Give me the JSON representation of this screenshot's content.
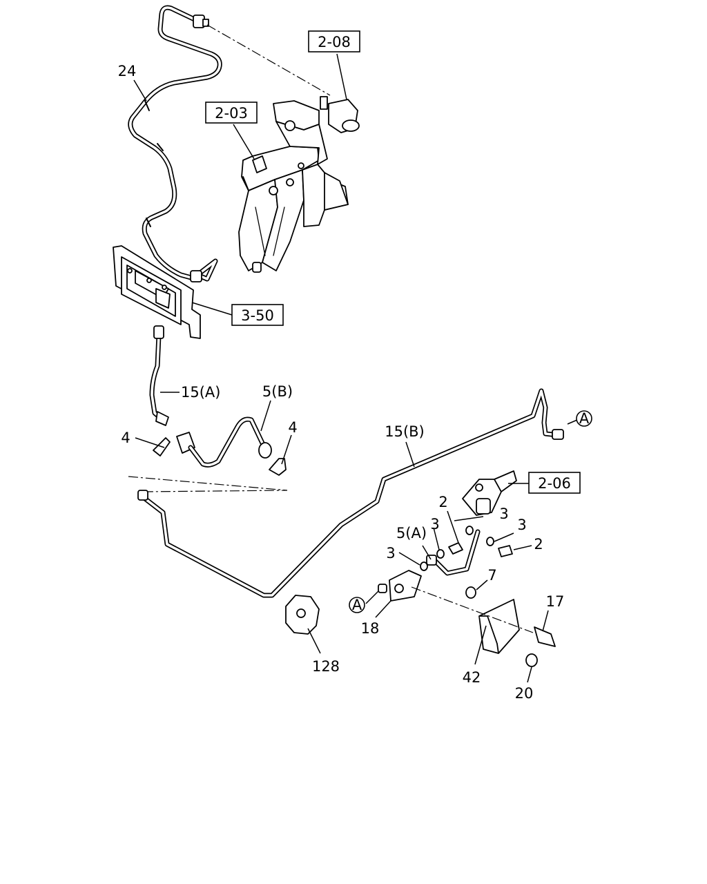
{
  "callouts": {
    "c24": "24",
    "c15a": "15(A)",
    "c5b": "5(B)",
    "c4a": "4",
    "c4b": "4",
    "c15b": "15(B)",
    "c2a": "2",
    "c3a": "3",
    "c3b": "3",
    "c3c": "3",
    "c2b": "2",
    "c5a": "5(A)",
    "c3d": "3",
    "c7": "7",
    "c17": "17",
    "c18": "18",
    "c128": "128",
    "c42": "42",
    "c20": "20"
  },
  "refs": {
    "r208": "2-08",
    "r203": "2-03",
    "r350": "3-50",
    "r206": "2-06"
  },
  "markers": {
    "a1": "A",
    "a2": "A"
  }
}
